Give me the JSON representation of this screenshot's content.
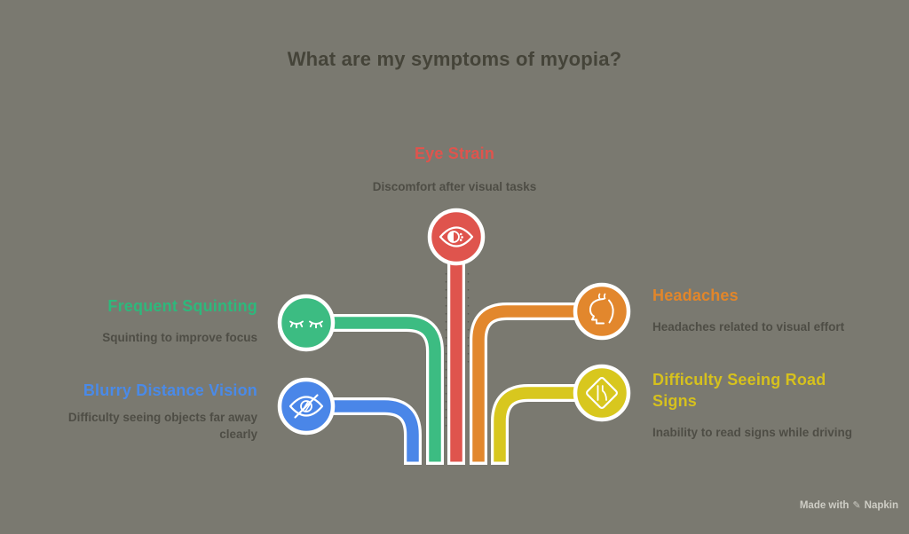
{
  "page": {
    "title": "What are my symptoms of myopia?",
    "background_color": "#7a7970",
    "title_color": "#454439"
  },
  "nodes": [
    {
      "id": "eye-strain",
      "title": "Eye Strain",
      "description": "Discomfort after visual tasks",
      "color": "#df544d",
      "icon": "eye-contrast-icon",
      "position": "top-center"
    },
    {
      "id": "frequent-squinting",
      "title": "Frequent Squinting",
      "description": "Squinting to improve focus",
      "color": "#3cbc82",
      "icon": "closed-eyes-icon",
      "position": "left-upper"
    },
    {
      "id": "blurry-distance-vision",
      "title": "Blurry Distance Vision",
      "description": "Difficulty seeing objects far away clearly",
      "color": "#4a86e8",
      "icon": "eye-slash-icon",
      "position": "left-lower"
    },
    {
      "id": "headaches",
      "title": "Headaches",
      "description": "Headaches related to visual effort",
      "color": "#e2872d",
      "icon": "headache-head-icon",
      "position": "right-upper"
    },
    {
      "id": "difficulty-seeing-road-signs",
      "title": "Difficulty Seeing Road Signs",
      "description": "Inability to read signs while driving",
      "color": "#d8c71e",
      "icon": "road-sign-icon",
      "position": "right-lower"
    }
  ],
  "watermark": {
    "prefix": "Made with",
    "brand": "Napkin",
    "icon_glyph": "✎"
  }
}
